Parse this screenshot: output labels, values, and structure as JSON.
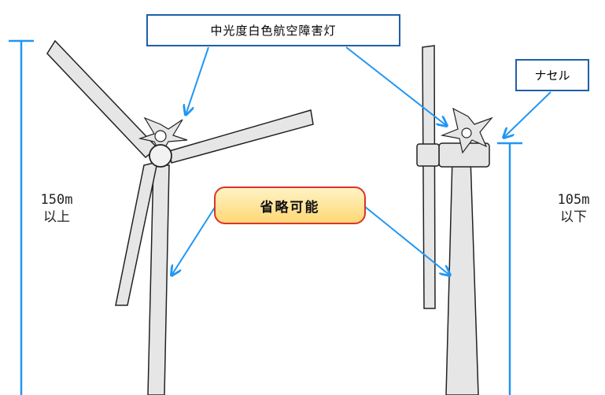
{
  "labels": {
    "aviation_light": "中光度白色航空障害灯",
    "nacelle": "ナセル",
    "omittable": "省略可能",
    "left_height_value": "150m",
    "left_height_cond": "以上",
    "right_height_value": "105m",
    "right_height_cond": "以下"
  },
  "colors": {
    "callout_border": "#1f5fa8",
    "arrow": "#2196f3",
    "dimension_line": "#2196f3",
    "omit_border": "#d9342b",
    "turbine_fill": "#e6e6e6",
    "turbine_stroke": "#222222"
  }
}
